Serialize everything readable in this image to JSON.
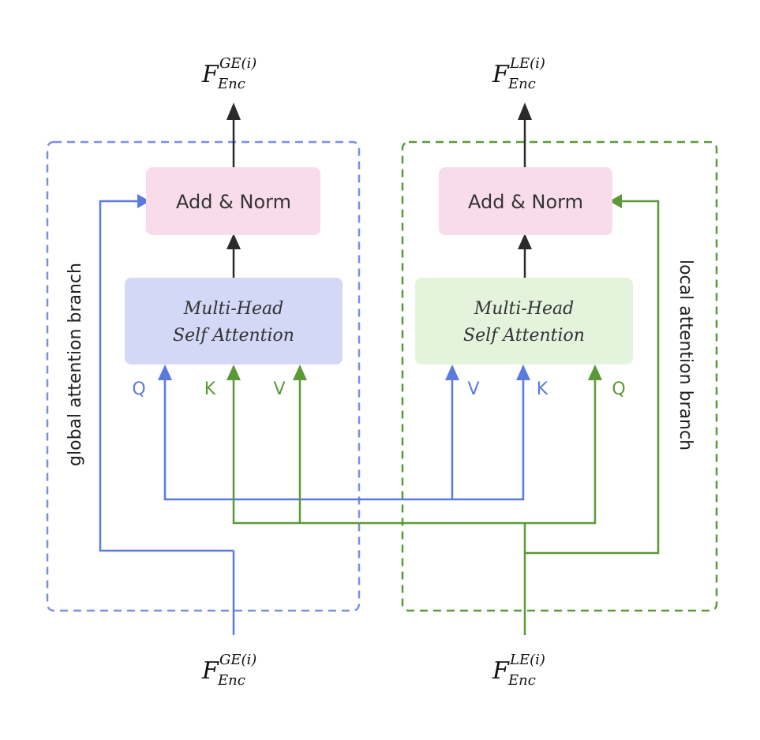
{
  "colors": {
    "blue": "#5a7ae0",
    "green": "#5a9a36",
    "dark": "#2a2a2a",
    "pink_fill": "#f9dceb",
    "blue_fill": "#d3d8f7",
    "green_fill": "#e4f4dc"
  },
  "global_branch": {
    "label": "global attention branch",
    "add_norm": "Add & Norm",
    "mhsa_line1": "Multi-Head",
    "mhsa_line2": "Self Attention",
    "q": "Q",
    "k": "K",
    "v": "V",
    "output": {
      "base": "F",
      "sup": "GE(i)",
      "sub": "Enc"
    },
    "input": {
      "base": "F",
      "sup": "GE(i)",
      "sub": "Enc"
    }
  },
  "local_branch": {
    "label": "local attention branch",
    "add_norm": "Add & Norm",
    "mhsa_line1": "Multi-Head",
    "mhsa_line2": "Self Attention",
    "q": "Q",
    "k": "K",
    "v": "V",
    "output": {
      "base": "F",
      "sup": "LE(i)",
      "sub": "Enc"
    },
    "input": {
      "base": "F",
      "sup": "LE(i)",
      "sub": "Enc"
    }
  }
}
